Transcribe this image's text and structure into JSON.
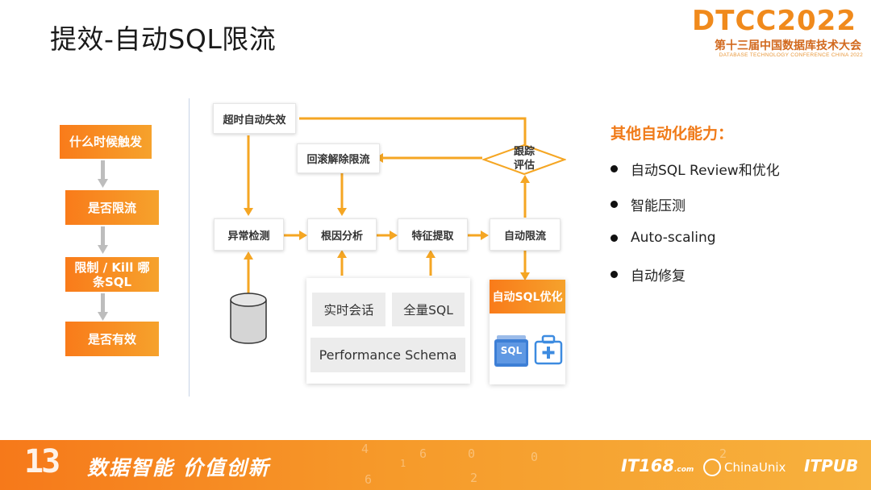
{
  "slide": {
    "title": "提效-自动SQL限流"
  },
  "logo": {
    "main": "DTCC2022",
    "sub": "第十三届中国数据库技术大会",
    "en": "DATABASE TECHNOLOGY CONFERENCE CHINA 2022"
  },
  "left_flow": [
    {
      "label": "什么时候触发"
    },
    {
      "label": "是否限流"
    },
    {
      "label": "限制 / Kill 哪条SQL"
    },
    {
      "label": "是否有效"
    }
  ],
  "diagram": {
    "timeout": "超时自动失效",
    "rollback": "回滚解除限流",
    "track_line1": "跟踪",
    "track_line2": "评估",
    "anomaly": "异常检测",
    "root_cause": "根因分析",
    "feature": "特征提取",
    "auto_limit": "自动限流",
    "sources": {
      "realtime": "实时会话",
      "full_sql": "全量SQL",
      "perf_schema": "Performance Schema"
    },
    "auto_sql_opt": "自动SQL优化",
    "sql_icon_label": "SQL"
  },
  "other": {
    "title": "其他自动化能力：",
    "items": [
      "自动SQL Review和优化",
      "智能压测",
      "Auto-scaling",
      "自动修复"
    ]
  },
  "footer": {
    "slogan": "数据智能  价值创新",
    "edition": "13",
    "logos": [
      "IT168",
      "ChinaUnix",
      "ITPUB"
    ],
    "logo_suffix": ".com"
  },
  "colors": {
    "accent_orange": "#f5a623",
    "title_orange": "#f07a18",
    "arrow_gray": "#bdbdbd",
    "icon_blue": "#3d7fd6"
  }
}
